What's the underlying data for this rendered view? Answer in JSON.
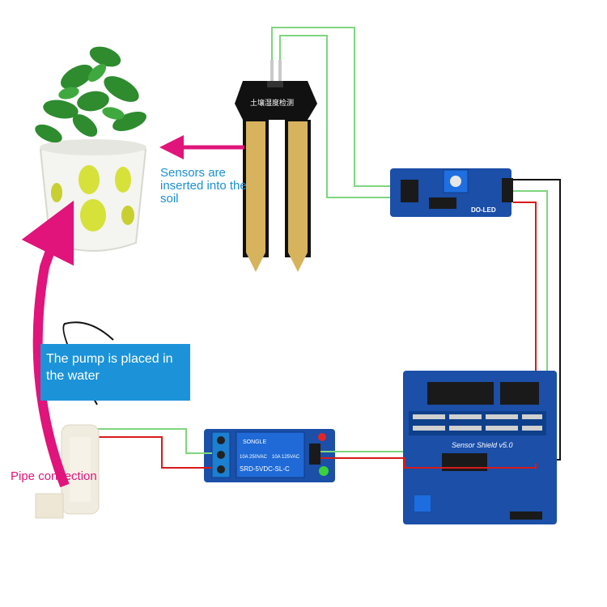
{
  "labels": {
    "sensors": "Sensors are inserted into the soil",
    "pump": "The pump is placed in the water",
    "pipe": "Pipe connection"
  },
  "components": {
    "soil_probe_title": "土壤湿度检测",
    "relay_model": "SRD-5VDC-SL-C",
    "relay_brand": "SONGLE",
    "relay_rating_1": "10A 250VAC",
    "relay_rating_2": "10A 125VAC",
    "sensor_module_led": "DO-LED",
    "shield_title": "Sensor Shield v5.0"
  },
  "colors": {
    "arrow": "#e0147a",
    "label_blue": "#1c93d8",
    "wire_green": "#7ed67e",
    "wire_red": "#d91a1a",
    "wire_black": "#111111",
    "board_blue": "#1b4fa8"
  },
  "icons": [
    "plant-icon",
    "soil-probe-icon",
    "sensor-module-icon",
    "relay-module-icon",
    "pump-icon",
    "sensor-shield-icon"
  ]
}
